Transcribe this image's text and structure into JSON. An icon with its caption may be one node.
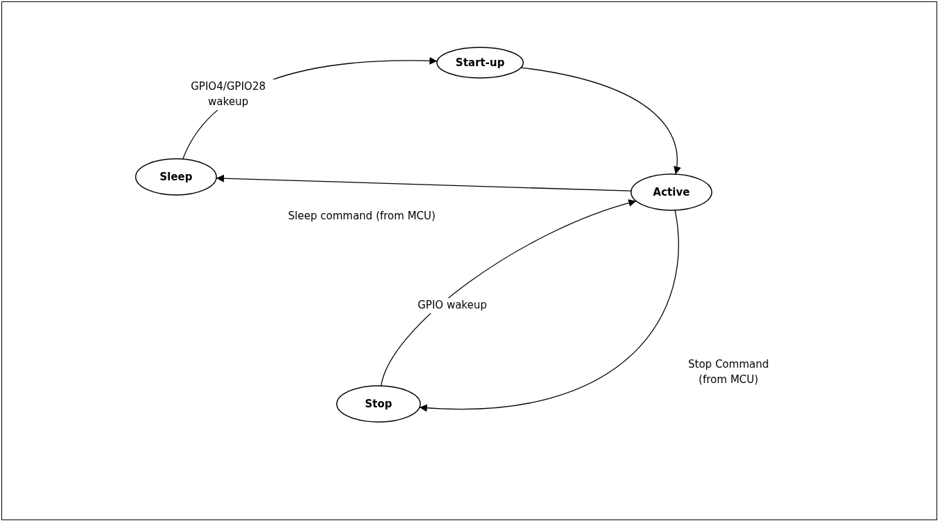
{
  "diagram": {
    "nodes": [
      {
        "text": [
          "Start-up"
        ]
      },
      {
        "text": [
          "Sleep"
        ]
      },
      {
        "text": [
          "Active"
        ]
      },
      {
        "text": [
          "Stop"
        ]
      }
    ],
    "edges": [
      {
        "from": 1,
        "to": 0,
        "arrow": "to",
        "label": "GPIO4/GPIO28 wakeup"
      },
      {
        "from": 0,
        "to": 2,
        "arrow": "to"
      },
      {
        "from": 2,
        "to": 1,
        "arrow": "to",
        "label": "Sleep command (from MCU)"
      },
      {
        "from": 3,
        "to": 2,
        "arrow": "to",
        "label": "GPIO wakeup"
      },
      {
        "from": 2,
        "to": 3,
        "arrow": "to",
        "label": "Stop Command (from MCU)"
      }
    ]
  }
}
